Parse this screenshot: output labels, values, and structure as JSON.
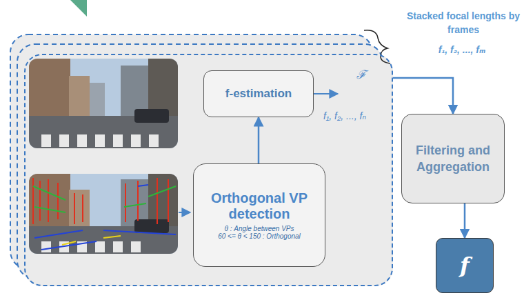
{
  "diagram": {
    "nodes": [
      {
        "text": [
          "ℱ",
          "f₁, f₂, ..., fₙ"
        ]
      },
      {
        "text": [
          "f-estimation"
        ],
        "in": 0
      },
      {
        "text": [
          "Orthogonal VP detection",
          "θ : Angle between VPs",
          "60 <= θ < 150 : Orthogonal"
        ],
        "in": 0
      },
      {
        "text": [
          "Filtering and Aggregation"
        ]
      },
      {
        "text": [
          "f"
        ]
      }
    ],
    "edges": [
      {
        "from": 2,
        "to": 1,
        "arrow": "to"
      },
      {
        "from": 0,
        "to": 3,
        "arrow": "to"
      },
      {
        "from": 3,
        "to": 4,
        "arrow": "to"
      }
    ],
    "labels": [
      "Stacked focal lengths by frames",
      "f₁, f₂, ..., fₘ"
    ]
  }
}
